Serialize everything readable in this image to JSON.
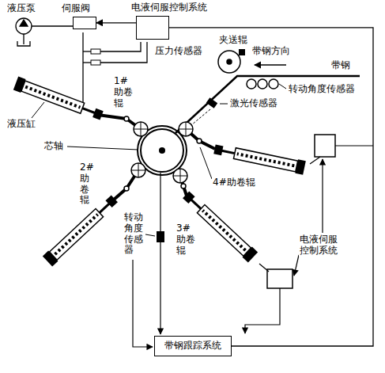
{
  "diagram": {
    "nodes": [
      {
        "text": [
          "伺服阀"
        ]
      },
      {
        "text": [
          "电液伺服控制系统"
        ]
      },
      {
        "text": [
          "带钢跟踪系统"
        ]
      }
    ],
    "edges": [
      {
        "from": 1,
        "to": 0,
        "arrow": "to"
      },
      {
        "from": 1,
        "to": 2,
        "arrow": "none"
      }
    ],
    "labels": [
      "液压泵",
      "压力传感器",
      "夹送辊",
      "带钢方向",
      "带钢",
      "转动角度传感器",
      "激光传感器",
      "液压缸",
      "1#助卷辊",
      "芯轴",
      "2#助卷辊",
      "转动角度传感器",
      "3#助卷辊",
      "4#助卷辊",
      "电液伺服控制系统"
    ]
  }
}
